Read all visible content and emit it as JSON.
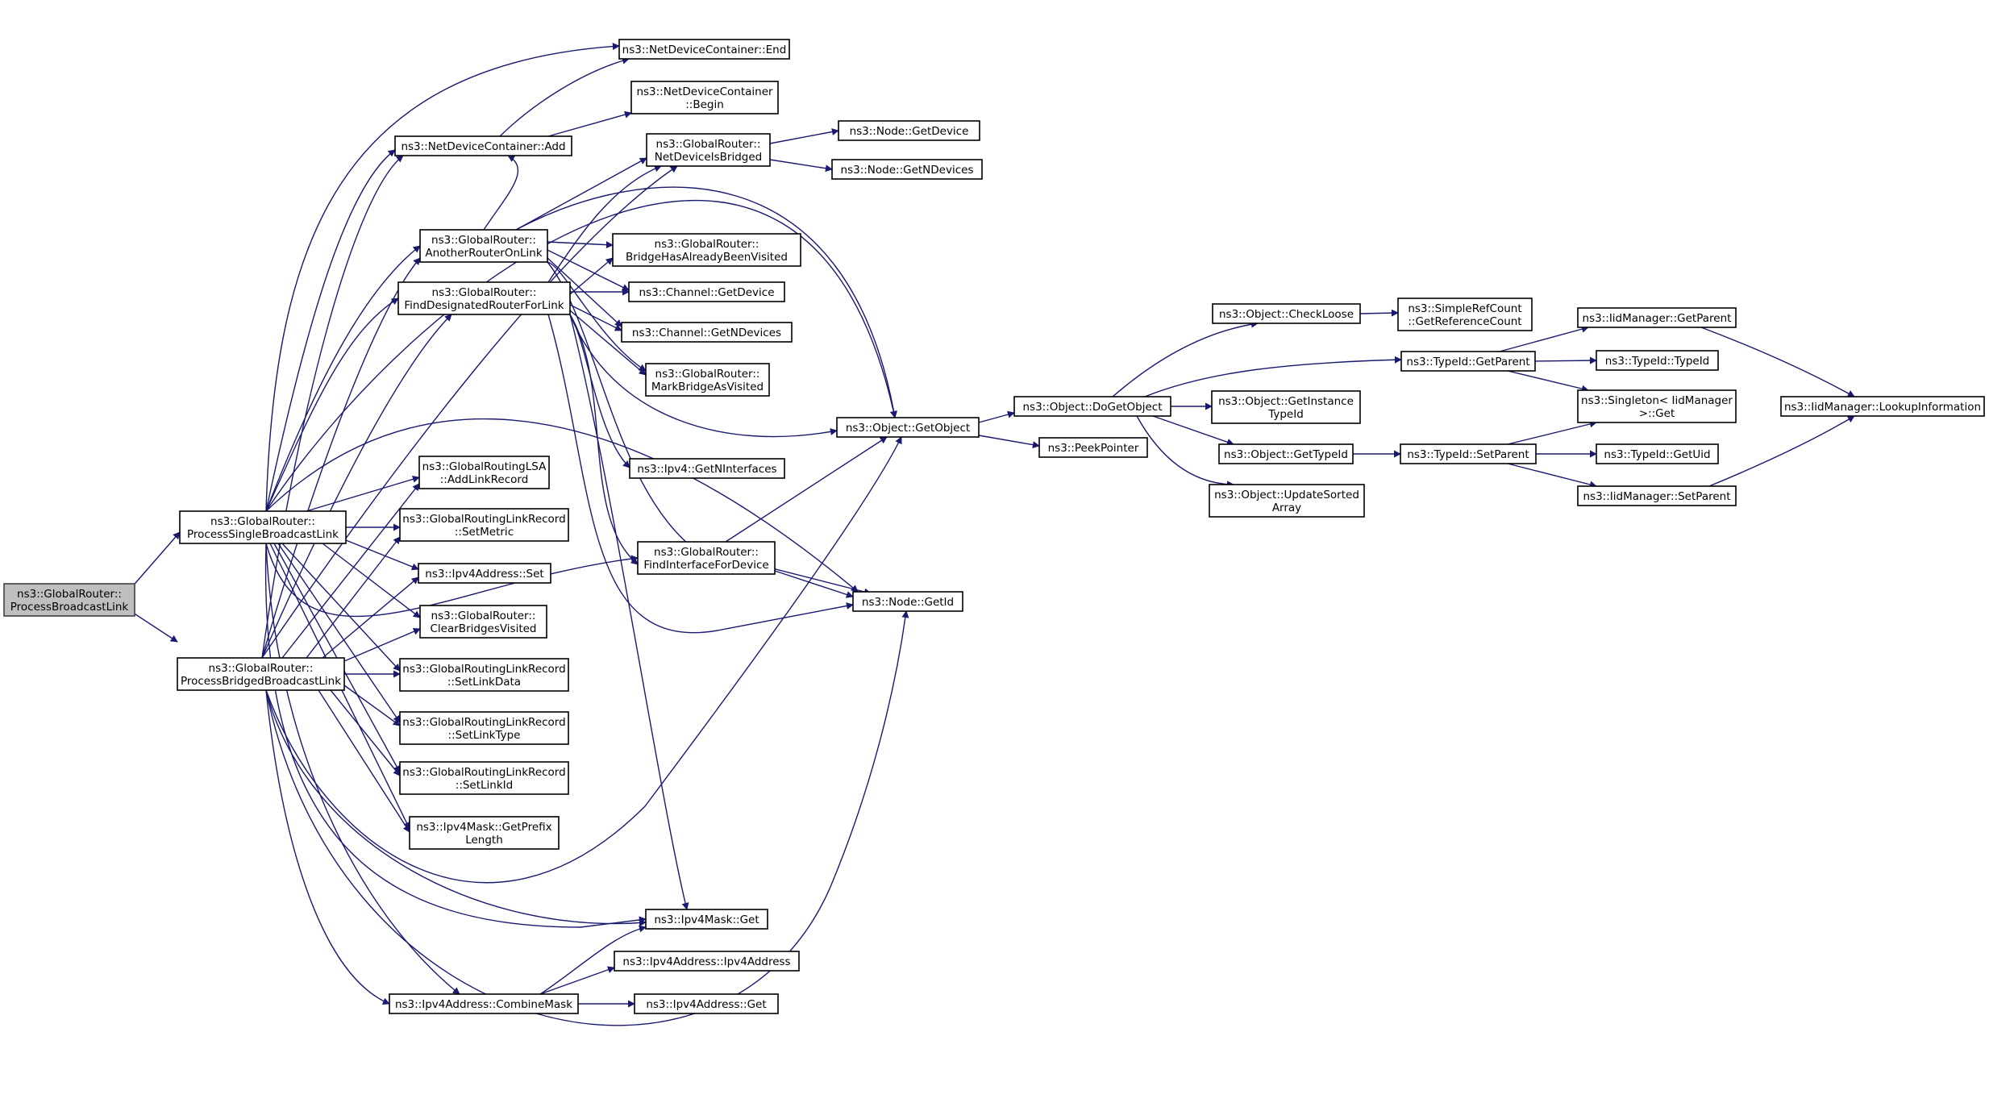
{
  "nodes": [
    {
      "id": "root",
      "lines": [
        "ns3::GlobalRouter::",
        "ProcessBroadcastLink"
      ],
      "highlight": true
    },
    {
      "id": "psbl",
      "lines": [
        "ns3::GlobalRouter::",
        "ProcessSingleBroadcastLink"
      ]
    },
    {
      "id": "pbbl",
      "lines": [
        "ns3::GlobalRouter::",
        "ProcessBridgedBroadcastLink"
      ]
    },
    {
      "id": "ndc_add",
      "lines": [
        "ns3::NetDeviceContainer::Add"
      ]
    },
    {
      "id": "ndc_end",
      "lines": [
        "ns3::NetDeviceContainer::End"
      ]
    },
    {
      "id": "ndc_begin",
      "lines": [
        "ns3::NetDeviceContainer",
        "::Begin"
      ]
    },
    {
      "id": "aroll",
      "lines": [
        "ns3::GlobalRouter::",
        "AnotherRouterOnLink"
      ]
    },
    {
      "id": "fdrfl",
      "lines": [
        "ns3::GlobalRouter::",
        "FindDesignatedRouterForLink"
      ]
    },
    {
      "id": "ndib",
      "lines": [
        "ns3::GlobalRouter::",
        "NetDeviceIsBridged"
      ]
    },
    {
      "id": "node_getdevice",
      "lines": [
        "ns3::Node::GetDevice"
      ]
    },
    {
      "id": "node_getndevices",
      "lines": [
        "ns3::Node::GetNDevices"
      ]
    },
    {
      "id": "bhabv",
      "lines": [
        "ns3::GlobalRouter::",
        "BridgeHasAlreadyBeenVisited"
      ]
    },
    {
      "id": "chan_getdevice",
      "lines": [
        "ns3::Channel::GetDevice"
      ]
    },
    {
      "id": "chan_getndevices",
      "lines": [
        "ns3::Channel::GetNDevices"
      ]
    },
    {
      "id": "mbav",
      "lines": [
        "ns3::GlobalRouter::",
        "MarkBridgeAsVisited"
      ]
    },
    {
      "id": "ipv4_getnif",
      "lines": [
        "ns3::Ipv4::GetNInterfaces"
      ]
    },
    {
      "id": "glsa_addlink",
      "lines": [
        "ns3::GlobalRoutingLSA",
        "::AddLinkRecord"
      ]
    },
    {
      "id": "glr_setmetric",
      "lines": [
        "ns3::GlobalRoutingLinkRecord",
        "::SetMetric"
      ]
    },
    {
      "id": "ipv4addr_set",
      "lines": [
        "ns3::Ipv4Address::Set"
      ]
    },
    {
      "id": "cbv",
      "lines": [
        "ns3::GlobalRouter::",
        "ClearBridgesVisited"
      ]
    },
    {
      "id": "glr_setlinkdata",
      "lines": [
        "ns3::GlobalRoutingLinkRecord",
        "::SetLinkData"
      ]
    },
    {
      "id": "glr_setlinktype",
      "lines": [
        "ns3::GlobalRoutingLinkRecord",
        "::SetLinkType"
      ]
    },
    {
      "id": "glr_setlinkid",
      "lines": [
        "ns3::GlobalRoutingLinkRecord",
        "::SetLinkId"
      ]
    },
    {
      "id": "mask_prefix",
      "lines": [
        "ns3::Ipv4Mask::GetPrefix",
        "Length"
      ]
    },
    {
      "id": "mask_get",
      "lines": [
        "ns3::Ipv4Mask::Get"
      ]
    },
    {
      "id": "addr_ctor",
      "lines": [
        "ns3::Ipv4Address::Ipv4Address"
      ]
    },
    {
      "id": "addr_combine",
      "lines": [
        "ns3::Ipv4Address::CombineMask"
      ]
    },
    {
      "id": "addr_get",
      "lines": [
        "ns3::Ipv4Address::Get"
      ]
    },
    {
      "id": "fifd",
      "lines": [
        "ns3::GlobalRouter::",
        "FindInterfaceForDevice"
      ]
    },
    {
      "id": "obj_getobject",
      "lines": [
        "ns3::Object::GetObject"
      ]
    },
    {
      "id": "node_getid",
      "lines": [
        "ns3::Node::GetId"
      ]
    },
    {
      "id": "obj_dogetobject",
      "lines": [
        "ns3::Object::DoGetObject"
      ]
    },
    {
      "id": "peekpointer",
      "lines": [
        "ns3::PeekPointer"
      ]
    },
    {
      "id": "obj_checkloose",
      "lines": [
        "ns3::Object::CheckLoose"
      ]
    },
    {
      "id": "src_getref",
      "lines": [
        "ns3::SimpleRefCount",
        "::GetReferenceCount"
      ]
    },
    {
      "id": "obj_getinst",
      "lines": [
        "ns3::Object::GetInstance",
        "TypeId"
      ]
    },
    {
      "id": "obj_gettypeid",
      "lines": [
        "ns3::Object::GetTypeId"
      ]
    },
    {
      "id": "obj_updsorted",
      "lines": [
        "ns3::Object::UpdateSorted",
        "Array"
      ]
    },
    {
      "id": "tid_getparent",
      "lines": [
        "ns3::TypeId::GetParent"
      ]
    },
    {
      "id": "tid_setparent",
      "lines": [
        "ns3::TypeId::SetParent"
      ]
    },
    {
      "id": "iid_getparent",
      "lines": [
        "ns3::IidManager::GetParent"
      ]
    },
    {
      "id": "tid_typeid",
      "lines": [
        "ns3::TypeId::TypeId"
      ]
    },
    {
      "id": "singleton_get",
      "lines": [
        "ns3::Singleton< IidManager",
        ">::Get"
      ]
    },
    {
      "id": "tid_getuid",
      "lines": [
        "ns3::TypeId::GetUid"
      ]
    },
    {
      "id": "iid_setparent",
      "lines": [
        "ns3::IidManager::SetParent"
      ]
    },
    {
      "id": "iid_lookup",
      "lines": [
        "ns3::IidManager::LookupInformation"
      ]
    }
  ]
}
